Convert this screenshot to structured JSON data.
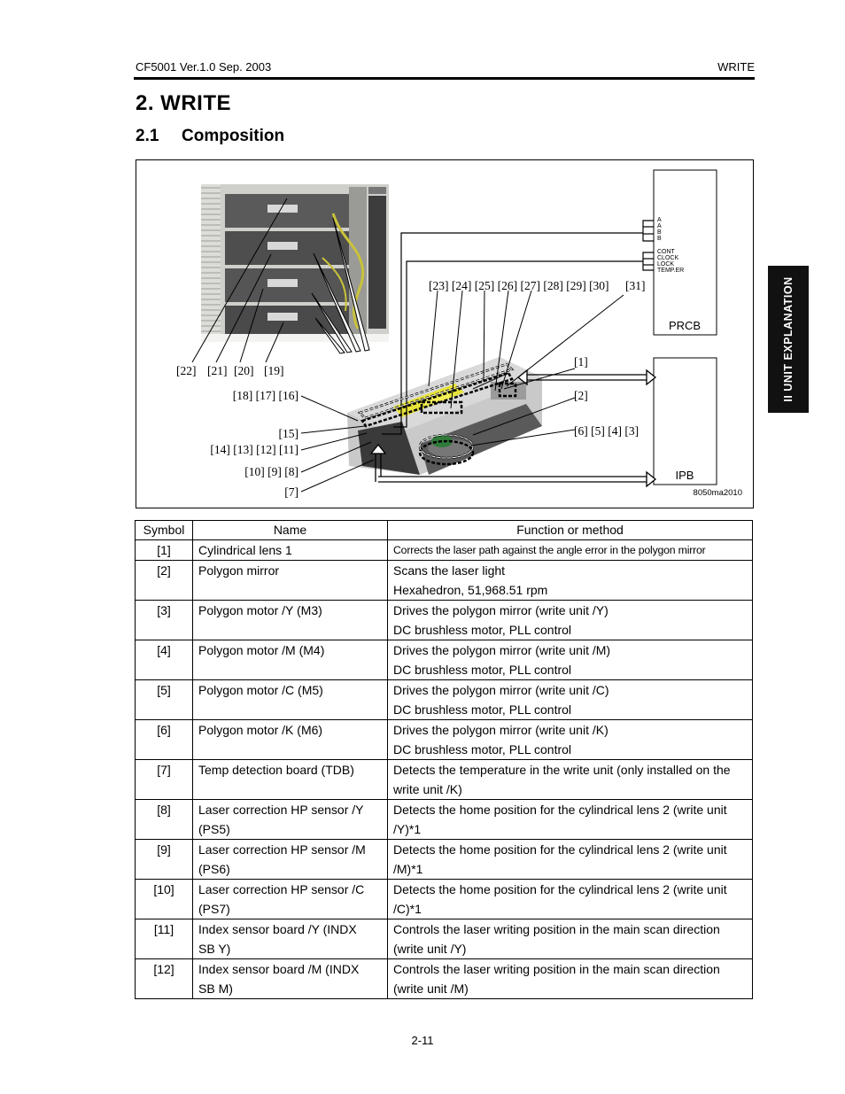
{
  "header": {
    "left": "CF5001 Ver.1.0 Sep. 2003",
    "right": "WRITE"
  },
  "section": {
    "title": "2.  WRITE",
    "sub_num": "2.1",
    "sub_title": "Composition"
  },
  "side_tab": "II UNIT EXPLANATION",
  "figure": {
    "prcb_label": "PRCB",
    "ipb_label": "IPB",
    "code": "8050ma2010",
    "signals_top": [
      "A",
      "A",
      "B",
      "B"
    ],
    "signals_bottom": [
      "CONT",
      "CLOCK",
      "LOCK",
      "TEMP.ER"
    ],
    "labels": {
      "l22": "[22]",
      "l21": "[21]",
      "l20": "[20]",
      "l19": "[19]",
      "l18_16": "[18] [17] [16]",
      "l15": "[15]",
      "l14_11": "[14] [13] [12] [11]",
      "l10_8": "[10] [9] [8]",
      "l7": "[7]",
      "l23_30": "[23] [24] [25] [26] [27] [28] [29] [30]",
      "l31": "[31]",
      "l1": "[1]",
      "l2": "[2]",
      "l6_3": "[6] [5] [4] [3]"
    }
  },
  "table": {
    "headers": [
      "Symbol",
      "Name",
      "Function or method"
    ],
    "rows": [
      {
        "sym": "[1]",
        "name": [
          "Cylindrical lens 1"
        ],
        "func": [
          "Corrects the laser path against the angle error in the polygon mirror"
        ]
      },
      {
        "sym": "[2]",
        "name": [
          "Polygon mirror"
        ],
        "func": [
          "Scans the laser light",
          "Hexahedron, 51,968.51 rpm"
        ]
      },
      {
        "sym": "[3]",
        "name": [
          "Polygon motor /Y (M3)"
        ],
        "func": [
          "Drives the polygon mirror (write unit /Y)",
          "DC brushless motor, PLL control"
        ]
      },
      {
        "sym": "[4]",
        "name": [
          "Polygon motor /M (M4)"
        ],
        "func": [
          "Drives the polygon mirror (write unit /M)",
          "DC brushless motor, PLL control"
        ]
      },
      {
        "sym": "[5]",
        "name": [
          "Polygon motor /C (M5)"
        ],
        "func": [
          "Drives the polygon mirror (write unit /C)",
          "DC brushless motor, PLL control"
        ]
      },
      {
        "sym": "[6]",
        "name": [
          "Polygon motor /K (M6)"
        ],
        "func": [
          "Drives the polygon mirror (write unit /K)",
          "DC brushless motor, PLL control"
        ]
      },
      {
        "sym": "[7]",
        "name": [
          "Temp detection board (TDB)"
        ],
        "func": [
          "Detects the temperature in the write unit (only installed on the",
          "write unit /K)"
        ]
      },
      {
        "sym": "[8]",
        "name": [
          "Laser correction HP sensor /Y",
          "(PS5)"
        ],
        "func": [
          "Detects the home position for the cylindrical lens 2 (write unit",
          "/Y)*1"
        ]
      },
      {
        "sym": "[9]",
        "name": [
          "Laser correction HP sensor /M",
          "(PS6)"
        ],
        "func": [
          "Detects the home position for the cylindrical lens 2 (write unit",
          "/M)*1"
        ]
      },
      {
        "sym": "[10]",
        "name": [
          "Laser correction HP sensor /C",
          "(PS7)"
        ],
        "func": [
          "Detects the home position for the cylindrical lens 2 (write unit",
          "/C)*1"
        ]
      },
      {
        "sym": "[11]",
        "name": [
          "Index sensor board /Y (INDX",
          "SB Y)"
        ],
        "func": [
          "Controls the laser writing position in the main scan direction",
          "(write unit /Y)"
        ]
      },
      {
        "sym": "[12]",
        "name": [
          "Index sensor board /M (INDX",
          "SB M)"
        ],
        "func": [
          "Controls the laser writing position in the main scan direction",
          "(write unit /M)"
        ]
      }
    ]
  },
  "footer": {
    "page": "2-11"
  }
}
